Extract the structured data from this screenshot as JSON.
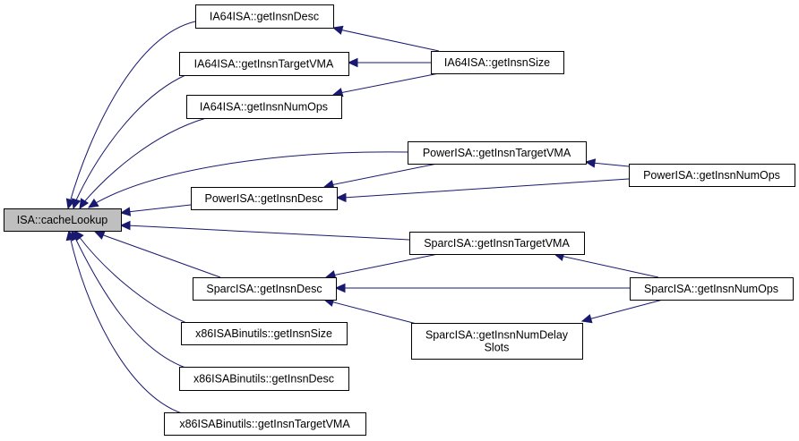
{
  "diagram": {
    "type": "doxygen-caller-graph",
    "colors": {
      "edge": "#191970",
      "root_fill": "#bfbfbf",
      "node_fill": "#ffffff",
      "node_stroke": "#000000"
    },
    "nodes": [
      {
        "id": "root",
        "label": [
          "ISA::cacheLookup"
        ],
        "root": true
      },
      {
        "id": "ia64_desc",
        "label": [
          "IA64ISA::getInsnDesc"
        ]
      },
      {
        "id": "ia64_tvma",
        "label": [
          "IA64ISA::getInsnTargetVMA"
        ]
      },
      {
        "id": "ia64_nops",
        "label": [
          "IA64ISA::getInsnNumOps"
        ]
      },
      {
        "id": "ia64_size",
        "label": [
          "IA64ISA::getInsnSize"
        ]
      },
      {
        "id": "power_tvma",
        "label": [
          "PowerISA::getInsnTargetVMA"
        ]
      },
      {
        "id": "power_desc",
        "label": [
          "PowerISA::getInsnDesc"
        ]
      },
      {
        "id": "power_nops",
        "label": [
          "PowerISA::getInsnNumOps"
        ]
      },
      {
        "id": "sparc_tvma",
        "label": [
          "SparcISA::getInsnTargetVMA"
        ]
      },
      {
        "id": "sparc_desc",
        "label": [
          "SparcISA::getInsnDesc"
        ]
      },
      {
        "id": "sparc_nops",
        "label": [
          "SparcISA::getInsnNumOps"
        ]
      },
      {
        "id": "sparc_delay",
        "label": [
          "SparcISA::getInsnNumDelay",
          "Slots"
        ]
      },
      {
        "id": "x86_size",
        "label": [
          "x86ISABinutils::getInsnSize"
        ]
      },
      {
        "id": "x86_desc",
        "label": [
          "x86ISABinutils::getInsnDesc"
        ]
      },
      {
        "id": "x86_tvma",
        "label": [
          "x86ISABinutils::getInsnTargetVMA"
        ]
      }
    ],
    "edges": [
      {
        "from": "ia64_desc",
        "to": "root"
      },
      {
        "from": "ia64_tvma",
        "to": "root"
      },
      {
        "from": "ia64_nops",
        "to": "root"
      },
      {
        "from": "power_tvma",
        "to": "root"
      },
      {
        "from": "power_desc",
        "to": "root"
      },
      {
        "from": "sparc_tvma",
        "to": "root"
      },
      {
        "from": "sparc_desc",
        "to": "root"
      },
      {
        "from": "x86_size",
        "to": "root"
      },
      {
        "from": "x86_desc",
        "to": "root"
      },
      {
        "from": "x86_tvma",
        "to": "root"
      },
      {
        "from": "ia64_size",
        "to": "ia64_desc"
      },
      {
        "from": "ia64_size",
        "to": "ia64_tvma"
      },
      {
        "from": "ia64_size",
        "to": "ia64_nops"
      },
      {
        "from": "power_tvma",
        "to": "power_desc"
      },
      {
        "from": "power_nops",
        "to": "power_tvma"
      },
      {
        "from": "power_nops",
        "to": "power_desc"
      },
      {
        "from": "sparc_tvma",
        "to": "sparc_desc"
      },
      {
        "from": "sparc_nops",
        "to": "sparc_tvma"
      },
      {
        "from": "sparc_nops",
        "to": "sparc_desc"
      },
      {
        "from": "sparc_nops",
        "to": "sparc_delay"
      },
      {
        "from": "sparc_delay",
        "to": "sparc_desc"
      }
    ]
  }
}
